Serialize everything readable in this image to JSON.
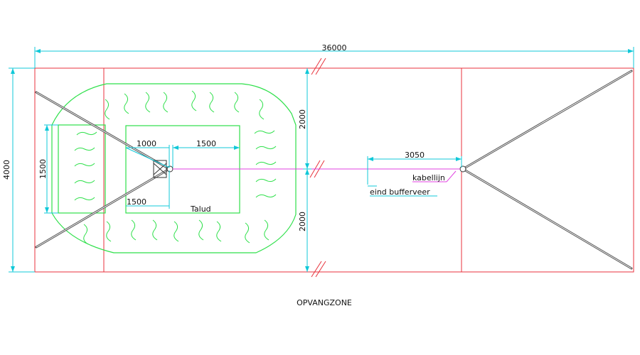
{
  "drawing": {
    "caption": "OPVANGZONE",
    "dimensions": {
      "overall_length": "36000",
      "overall_width": "4000",
      "upper_half": "2000",
      "lower_half": "2000",
      "inner_width": "1500",
      "inner_offset": "1000",
      "inner_length": "1500",
      "bottom_offset": "1500",
      "buffer_distance": "3050"
    },
    "labels": {
      "talud": "Talud",
      "cable_line": "kabellijn",
      "buffer_end": "eind bufferveer"
    },
    "colors": {
      "boundary": "#e8323c",
      "dimension": "#10c8d8",
      "talud": "#2ee04a",
      "cable": "#e040e0",
      "cable_steel": "#555555"
    }
  }
}
